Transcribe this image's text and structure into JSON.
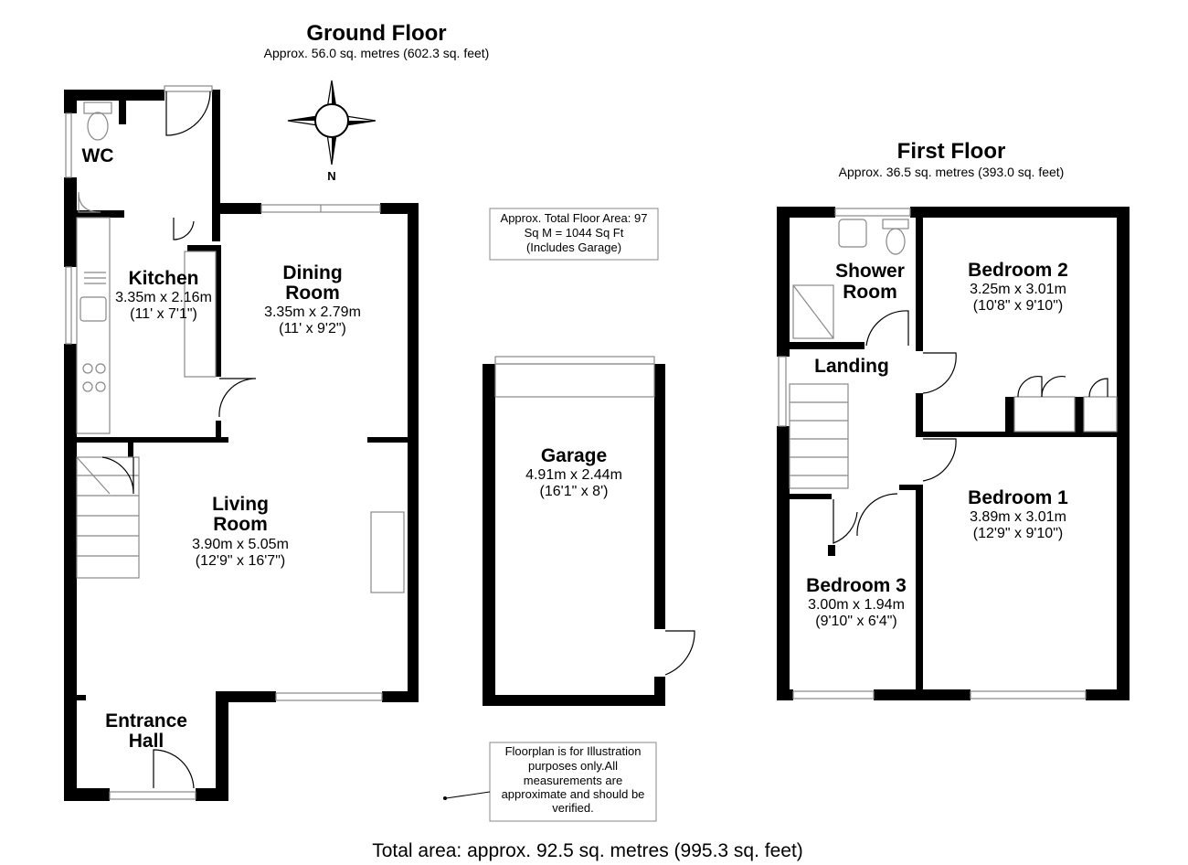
{
  "ground_floor": {
    "title": "Ground Floor",
    "area": "Approx. 56.0 sq. metres (602.3 sq. feet)",
    "rooms": {
      "wc": {
        "name": "WC"
      },
      "kitchen": {
        "name": "Kitchen",
        "metric": "3.35m x 2.16m",
        "imperial": "(11' x 7'1\")"
      },
      "dining": {
        "name_line1": "Dining",
        "name_line2": "Room",
        "metric": "3.35m x 2.79m",
        "imperial": "(11' x 9'2\")"
      },
      "living": {
        "name_line1": "Living",
        "name_line2": "Room",
        "metric": "3.90m x 5.05m",
        "imperial": "(12'9\" x 16'7\")"
      },
      "entrance": {
        "name_line1": "Entrance",
        "name_line2": "Hall"
      },
      "garage": {
        "name": "Garage",
        "metric": "4.91m x 2.44m",
        "imperial": "(16'1\" x 8')"
      }
    }
  },
  "first_floor": {
    "title": "First Floor",
    "area": "Approx. 36.5 sq. metres (393.0 sq. feet)",
    "rooms": {
      "shower": {
        "name_line1": "Shower",
        "name_line2": "Room"
      },
      "bedroom2": {
        "name": "Bedroom 2",
        "metric": "3.25m x 3.01m",
        "imperial": "(10'8\" x 9'10\")"
      },
      "landing": {
        "name": "Landing"
      },
      "bedroom1": {
        "name": "Bedroom 1",
        "metric": "3.89m x 3.01m",
        "imperial": "(12'9\" x 9'10\")"
      },
      "bedroom3": {
        "name": "Bedroom 3",
        "metric": "3.00m x 1.94m",
        "imperial": "(9'10\" x 6'4\")"
      }
    }
  },
  "compass": {
    "label": "N"
  },
  "total_floor_note": {
    "line1": "Approx. Total Floor Area: 97",
    "line2": "Sq M = 1044 Sq Ft",
    "line3": "(Includes Garage)"
  },
  "disclaimer": {
    "line1": "Floorplan is for Illustration",
    "line2": "purposes only.All",
    "line3": "measurements are",
    "line4": "approximate and should be",
    "line5": "verified."
  },
  "total_area": "Total area: approx. 92.5 sq. metres (995.3 sq. feet)",
  "colors": {
    "wall": "#000000",
    "fixture": "#888888",
    "background": "#ffffff"
  }
}
